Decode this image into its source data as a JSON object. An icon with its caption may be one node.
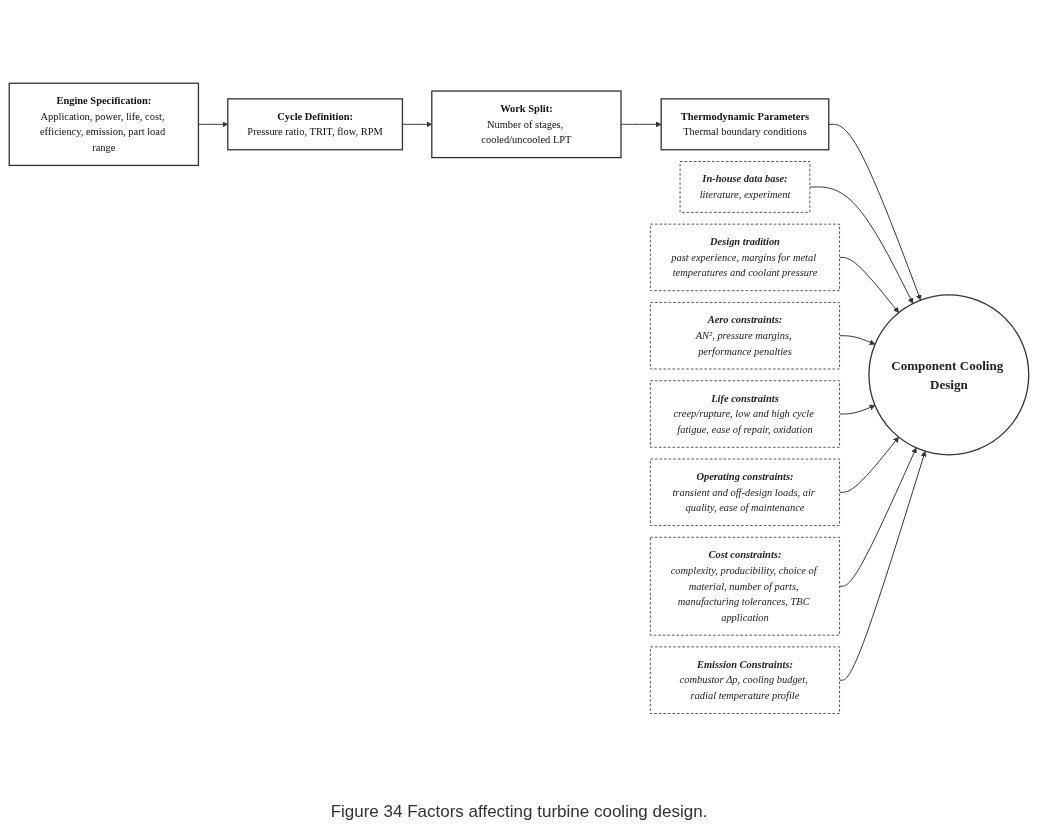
{
  "diagram": {
    "caption": "Figure 34 Factors affecting turbine cooling design.",
    "nodes": [
      {
        "text": [
          "Engine Specification:",
          "Application, power, life, cost, efficiency, emission, part load range"
        ]
      },
      {
        "text": [
          "Cycle Definition:",
          "Pressure ratio, TRIT, flow, RPM"
        ]
      },
      {
        "text": [
          "Work Split:",
          "Number of stages, cooled/uncooled LPT"
        ]
      },
      {
        "text": [
          "Thermodynamic Parameters",
          "Thermal boundary conditions"
        ]
      },
      {
        "text": [
          "Component Cooling Design"
        ]
      },
      {
        "text": [
          "In-house data base:",
          "literature, experiment"
        ]
      },
      {
        "text": [
          "Design tradition",
          "past experience, margins for metal temperatures and coolant pressure"
        ]
      },
      {
        "text": [
          "Aero constraints:",
          "AN², pressure margins, performance penalties"
        ]
      },
      {
        "text": [
          "Life constraints",
          "creep/rupture, low and high cycle fatigue, ease of repair, oxidation"
        ]
      },
      {
        "text": [
          "Operating constraints:",
          "transient and off-design loads, air quality, ease of maintenance"
        ]
      },
      {
        "text": [
          "Cost constraints:",
          "complexity, producibility, choice of material, number of parts, manufacturing tolerances, TBC application"
        ]
      },
      {
        "text": [
          "Emission Constraints:",
          "combustor Δp, cooling budget, radial temperature profile"
        ]
      }
    ],
    "edges": [
      {
        "from": 0,
        "to": 1,
        "arrow": "to"
      },
      {
        "from": 1,
        "to": 2,
        "arrow": "to"
      },
      {
        "from": 2,
        "to": 3,
        "arrow": "to"
      },
      {
        "from": 3,
        "to": 4,
        "arrow": "to"
      },
      {
        "from": 5,
        "to": 4,
        "arrow": "to"
      },
      {
        "from": 6,
        "to": 4,
        "arrow": "to"
      },
      {
        "from": 7,
        "to": 4,
        "arrow": "to"
      },
      {
        "from": 8,
        "to": 4,
        "arrow": "to"
      },
      {
        "from": 9,
        "to": 4,
        "arrow": "to"
      },
      {
        "from": 10,
        "to": 4,
        "arrow": "to"
      },
      {
        "from": 11,
        "to": 4,
        "arrow": "to"
      }
    ]
  }
}
